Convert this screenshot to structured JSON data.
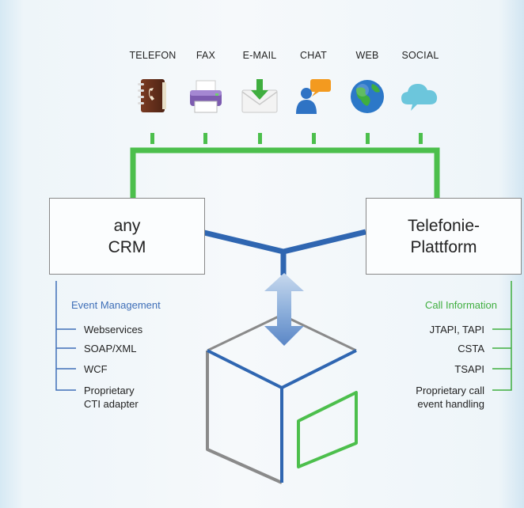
{
  "channels": [
    {
      "label": "TELEFON",
      "icon": "phone-book-icon"
    },
    {
      "label": "FAX",
      "icon": "printer-icon"
    },
    {
      "label": "E-MAIL",
      "icon": "email-envelope-icon"
    },
    {
      "label": "CHAT",
      "icon": "chat-user-icon"
    },
    {
      "label": "WEB",
      "icon": "globe-icon"
    },
    {
      "label": "SOCIAL",
      "icon": "cloud-icon"
    }
  ],
  "left_box": {
    "line1": "any",
    "line2": "CRM"
  },
  "right_box": {
    "line1": "Telefonie-",
    "line2": "Plattform"
  },
  "left_list": {
    "heading": "Event Management",
    "items": [
      "Webservices",
      "SOAP/XML",
      "WCF",
      "Proprietary",
      "CTI adapter"
    ]
  },
  "right_list": {
    "heading": "Call Information",
    "items": [
      "JTAPI, TAPI",
      "CSTA",
      "TSAPI",
      "Proprietary call",
      "event handling"
    ]
  },
  "colors": {
    "blue": "#2f66b1",
    "green": "#4cbf4c",
    "gray": "#8a8a8a",
    "accent_blue": "#3f6fb8",
    "accent_green": "#3fae3f"
  }
}
